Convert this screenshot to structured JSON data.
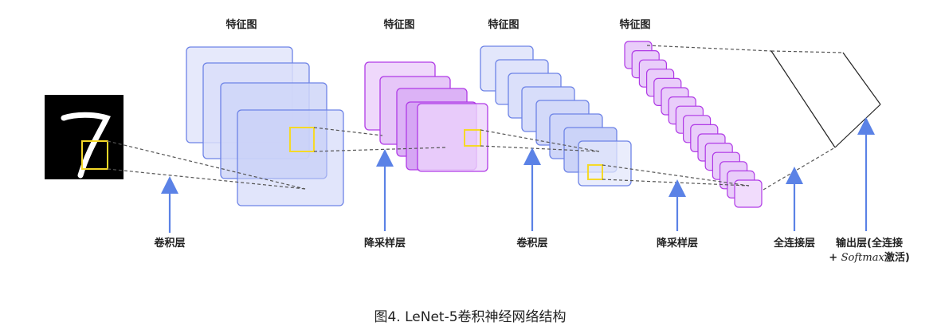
{
  "figure": {
    "stage_titles": [
      "特征图",
      "特征图",
      "特征图",
      "特征图"
    ],
    "arrow_labels": {
      "conv1": "卷积层",
      "pool1": "降采样层",
      "conv2": "卷积层",
      "pool2": "降采样层",
      "fc": "全连接层",
      "output_line1": "输出层(全连接",
      "output_line2_prefix": "+ ",
      "output_line2_softmax": "Softmax",
      "output_line2_suffix": "激活)"
    },
    "caption": "图4. LeNet-5卷积神经网络结构",
    "input_digit": "7"
  },
  "colors": {
    "blue_stroke": "#6d83e6",
    "blue_fill": "#e3e7fb",
    "purple_stroke": "#b03ae6",
    "purple_fill": "#eed6fb",
    "kernel_box": "#f5d928",
    "arrow": "#5b82e6",
    "dashed": "#555555"
  }
}
